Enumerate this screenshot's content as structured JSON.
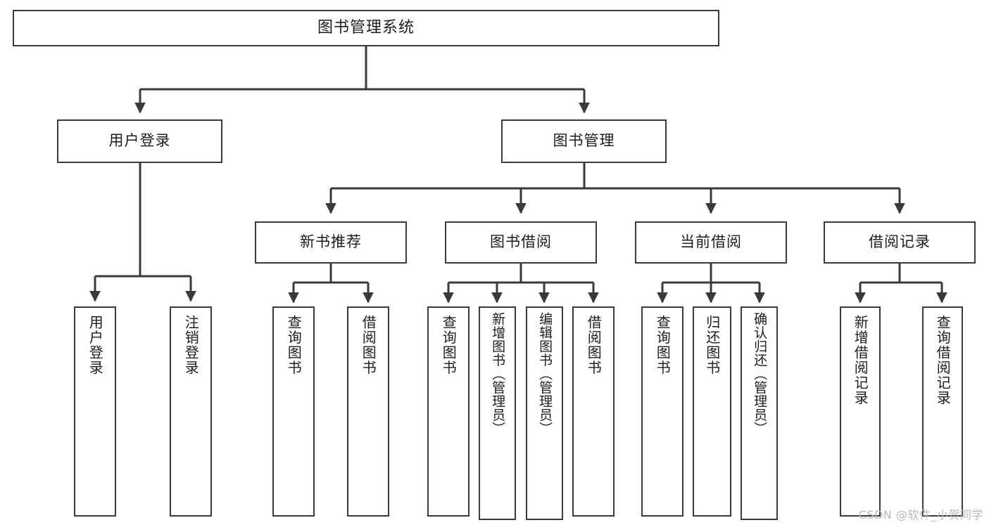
{
  "diagram": {
    "title": "图书管理系统",
    "type": "tree",
    "watermark": "CSDN @软件_小贺同学",
    "colors": {
      "box_border": "#3a3a3a",
      "box_fill": "#ffffff",
      "edge": "#3a3a3a",
      "text": "#1d1d1d",
      "watermark": "#b9b9b9"
    },
    "root": {
      "label": "图书管理系统"
    },
    "level2": [
      {
        "label": "用户登录"
      },
      {
        "label": "图书管理"
      }
    ],
    "level3": [
      {
        "label": "新书推荐"
      },
      {
        "label": "图书借阅"
      },
      {
        "label": "当前借阅"
      },
      {
        "label": "借阅记录"
      }
    ],
    "leaves": {
      "user_login": [
        {
          "label": "用户登录"
        },
        {
          "label": "注销登录"
        }
      ],
      "new_book_recommend": [
        {
          "label": "查询图书"
        },
        {
          "label": "借阅图书"
        }
      ],
      "book_borrow": [
        {
          "label": "查询图书"
        },
        {
          "label": "新增图书（管理员）"
        },
        {
          "label": "编辑图书（管理员）"
        },
        {
          "label": "借阅图书"
        }
      ],
      "current_borrow": [
        {
          "label": "查询图书"
        },
        {
          "label": "归还图书"
        },
        {
          "label": "确认归还（管理员）"
        }
      ],
      "borrow_record": [
        {
          "label": "新增借阅记录"
        },
        {
          "label": "查询借阅记录"
        }
      ]
    }
  }
}
